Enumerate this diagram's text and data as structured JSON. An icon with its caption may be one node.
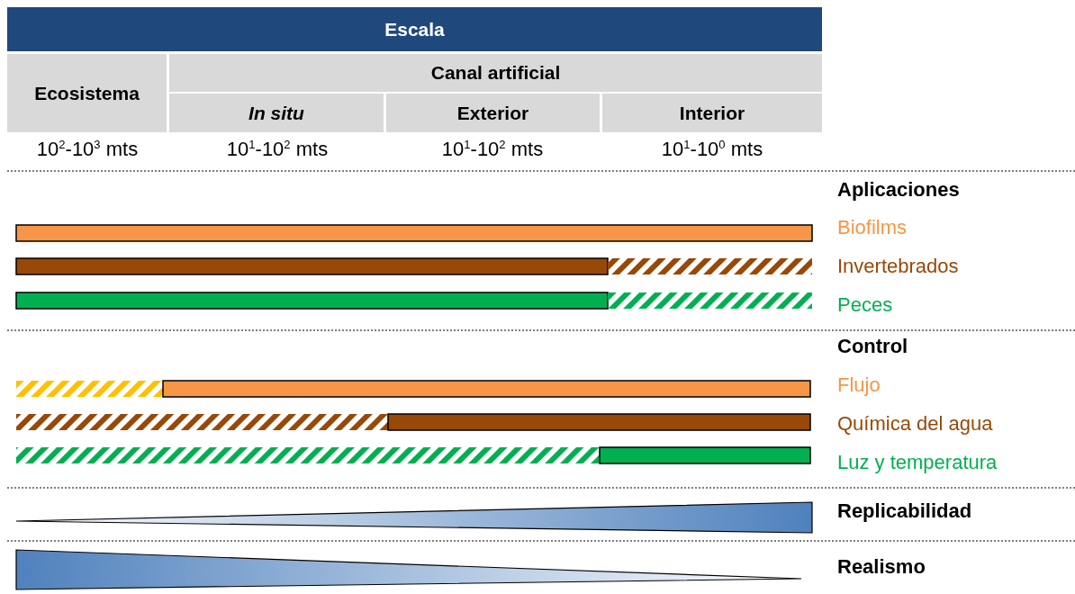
{
  "diagram": {
    "nodes": [
      {
        "text": [
          "Escala"
        ]
      },
      {
        "text": [
          "Ecosistema"
        ]
      },
      {
        "text": [
          "Canal artificial"
        ]
      },
      {
        "text": [
          "In situ"
        ]
      },
      {
        "text": [
          "Exterior"
        ]
      },
      {
        "text": [
          "Interior"
        ]
      }
    ],
    "labels": [
      "10$^{2}$-10$^{3}$ mts",
      "10$^{1}$-10$^{2}$ mts",
      "10$^{1}$-10$^{2}$ mts",
      "10$^{1}$-10$^{0}$ mts",
      "Aplicaciones",
      "Biofilms",
      "Invertebrados",
      "Peces",
      "Control",
      "Flujo",
      "Química del agua",
      "Luz y temperatura",
      "Replicabilidad",
      "Realismo"
    ]
  }
}
